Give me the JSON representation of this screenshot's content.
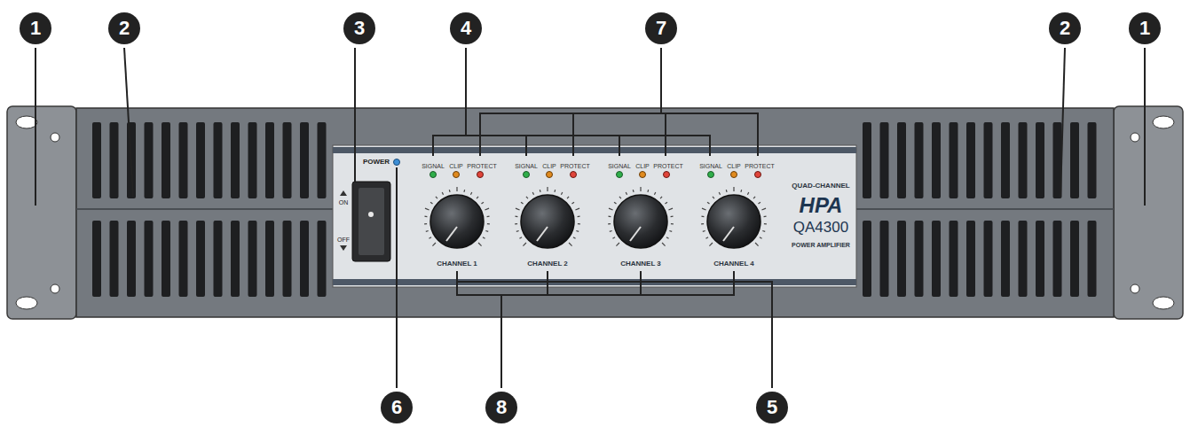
{
  "diagram": {
    "labels": [
      "1",
      "2",
      "3",
      "4",
      "7",
      "2",
      "1",
      "POWER",
      "ON",
      "OFF",
      "SIGNAL",
      "CLIP",
      "PROTECT",
      "CHANNEL 1",
      "SIGNAL",
      "CLIP",
      "PROTECT",
      "CHANNEL 2",
      "SIGNAL",
      "CLIP",
      "PROTECT",
      "CHANNEL 3",
      "SIGNAL",
      "CLIP",
      "PROTECT",
      "CHANNEL 4",
      "QUAD-CHANNEL",
      "HPA",
      "QA4300",
      "POWER AMPLIFIER",
      "6",
      "8",
      "5"
    ]
  }
}
